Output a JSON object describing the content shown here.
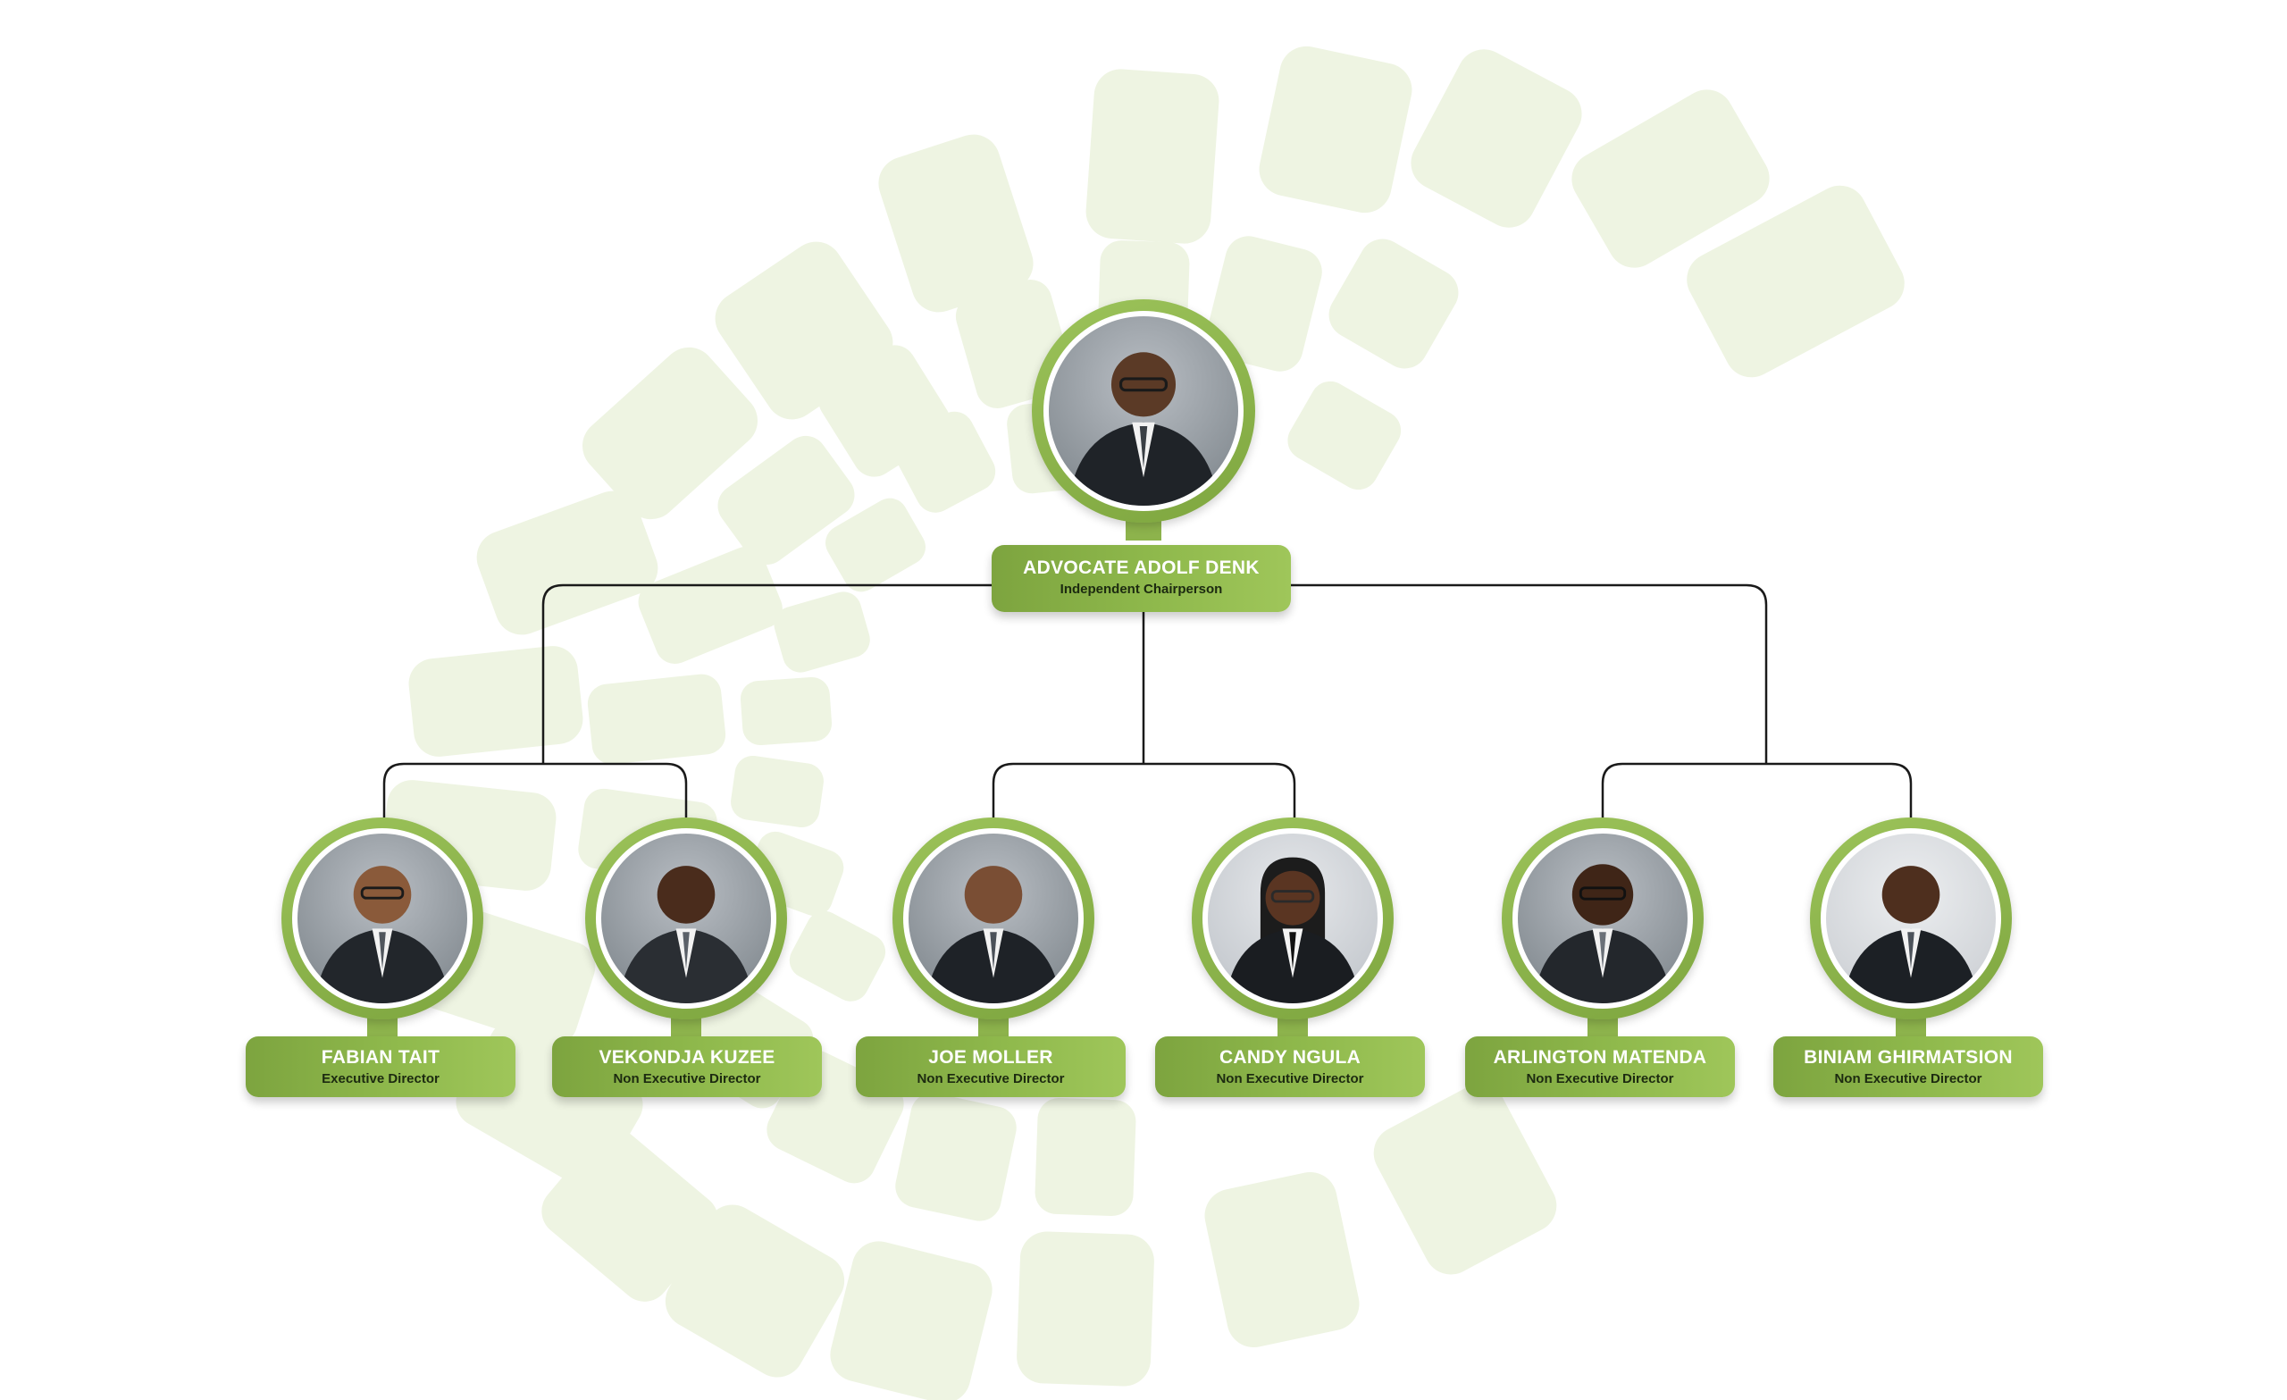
{
  "colors": {
    "accent_green": "#8db34c",
    "accent_green_dark": "#7da43f",
    "pattern_green": "#eef4e2",
    "connector_line": "#1a1a1a",
    "role_text": "#1c2a10"
  },
  "chair": {
    "name": "ADVOCATE ADOLF DENK",
    "role": "Independent Chairperson",
    "icon": "portrait-photo"
  },
  "directors": [
    {
      "name": "FABIAN TAIT",
      "role": "Executive Director",
      "icon": "portrait-photo"
    },
    {
      "name": "VEKONDJA KUZEE",
      "role": "Non Executive Director",
      "icon": "portrait-photo"
    },
    {
      "name": "JOE MOLLER",
      "role": "Non Executive Director",
      "icon": "portrait-photo"
    },
    {
      "name": "CANDY NGULA",
      "role": "Non Executive Director",
      "icon": "portrait-photo"
    },
    {
      "name": "ARLINGTON MATENDA",
      "role": "Non Executive Director",
      "icon": "portrait-photo"
    },
    {
      "name": "BINIAM GHIRMATSION",
      "role": "Non Executive Director",
      "icon": "portrait-photo"
    }
  ]
}
